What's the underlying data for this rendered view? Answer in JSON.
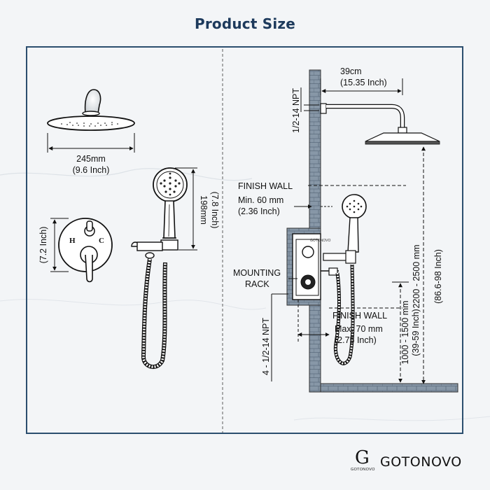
{
  "title": "Product Size",
  "left_panel": {
    "head_width_mm": "245mm",
    "head_width_in": "(9.6 Inch)",
    "handheld_height_mm": "198mm",
    "handheld_height_in": "(7.8 Inch)",
    "valve_height_in": "(7.2 Inch)",
    "valve_hot": "H",
    "valve_cold": "C"
  },
  "right_panel": {
    "arm_length_cm": "39cm",
    "arm_length_in": "(15.35 Inch)",
    "top_npt": "1/2-14 NPT",
    "finish_wall_top": "FINISH  WALL",
    "min_depth_mm": "Min. 60 mm",
    "min_depth_in": "(2.36 Inch)",
    "mounting_rack_1": "MOUNTING",
    "mounting_rack_2": "RACK",
    "finish_wall_bottom": "FINISH  WALL",
    "max_depth_mm": "Max. 70 mm",
    "max_depth_in": "(2.75 Inch)",
    "bottom_npt": "4 - 1/2-14 NPT",
    "valve_height_mm": "1000 - 1500 mm",
    "valve_height_in": "(39-59 Inch)",
    "head_height_mm": "2200 - 2500 mm",
    "head_height_in": "(86.6-98 Inch)"
  },
  "brand": {
    "mark": "G",
    "mark_sub": "GOTONOVO",
    "name": "GOTONOVO"
  },
  "colors": {
    "frame": "#2b4e6e",
    "title": "#1d3a5c",
    "wall": "#8696a6",
    "line": "#111111"
  }
}
